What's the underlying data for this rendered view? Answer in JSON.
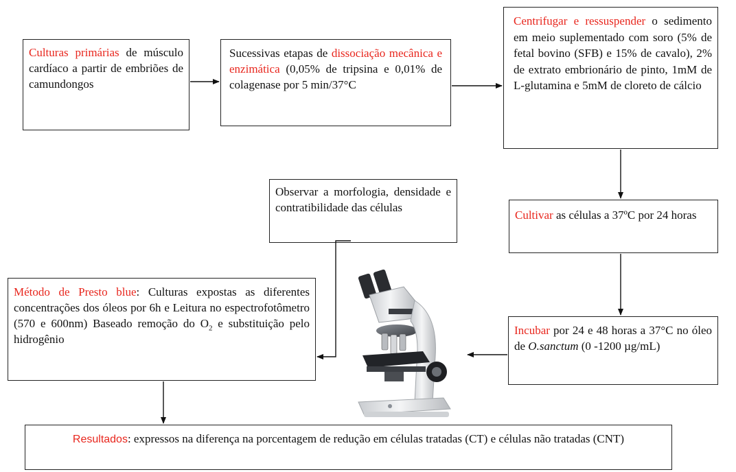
{
  "boxes": {
    "cultures": {
      "red": "Culturas primárias",
      "rest": " de músculo cardíaco a partir de embriões de camundongos"
    },
    "dissociation": {
      "pre": "Sucessivas etapas de ",
      "red": "dissociação mecânica e enzimática",
      "rest": " (0,05% de tripsina e 0,01% de colagenase por 5 min/37°C"
    },
    "centrifuge": {
      "red": "Centrifugar e ressuspender",
      "rest": " o sedimento em meio suplementado com soro (5% de fetal bovino (SFB) e 15% de cavalo), 2% de extrato embrionário de pinto, 1mM de L-glutamina e 5mM de cloreto de cálcio"
    },
    "observe": {
      "text": "Observar a morfologia, densidade e contratibilidade das células"
    },
    "cultivate": {
      "red": "Cultivar",
      "rest": " as células a 37ºC por 24 horas"
    },
    "presto": {
      "red": "Método de Presto blue",
      "rest": ": Culturas expostas as diferentes concentrações dos óleos por 6h e Leitura no espectrofotômetro (570 e 600nm) Baseado remoção do O",
      "sub": "2",
      "rest2": " e substituição pelo hidrogênio"
    },
    "incubate": {
      "red": "Incubar",
      "rest": " por 24 e 48 horas a 37°C no óleo de ",
      "italic": "O.sanctum",
      "rest2": " (0 -1200 µg/mL)"
    },
    "results": {
      "red": "Resultados",
      "rest": ": expressos na diferença na porcentagem de redução em células tratadas (CT) e células não tratadas (CNT)"
    }
  },
  "image": {
    "icon": "microscope-icon"
  }
}
